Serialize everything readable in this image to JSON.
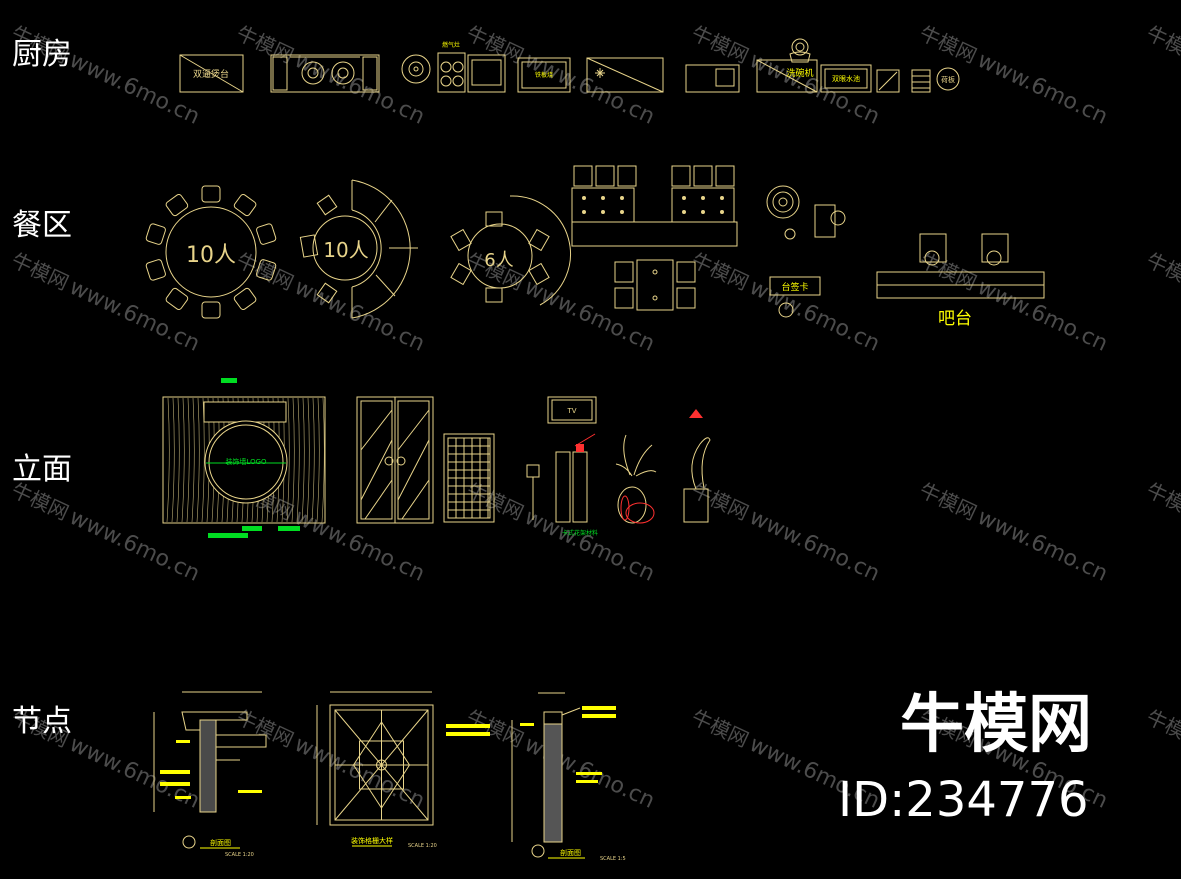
{
  "sections": [
    {
      "label": "厨房"
    },
    {
      "label": "餐区"
    },
    {
      "label": "立面"
    },
    {
      "label": "节点"
    }
  ],
  "kitchen": {
    "double_stove_label": "双逼煲台",
    "gas_stove_label": "燃气灶",
    "labels": [
      "铁板烧",
      "洗碗机",
      "双眼水池",
      "荷板"
    ]
  },
  "dining": {
    "table_10_a": "10人",
    "table_10_b": "10人",
    "table_6": "6人",
    "pendant_label": "台签卡",
    "bar_label": "吧台"
  },
  "elevation": {
    "logo_label": "装饰墙LOGO",
    "tv_label": "TV",
    "note_label": "卡式花架材料"
  },
  "details": {
    "section_1_title": "剖面图",
    "section_2_title": "装饰格栅大样",
    "section_3_title": "剖面图",
    "scale_1": "SCALE 1:20",
    "scale_2": "SCALE 1:20",
    "scale_3": "SCALE 1:5"
  },
  "watermark": {
    "brand_cn": "牛模网",
    "site": "www.6mo.cn",
    "big_brand": "牛模网",
    "id": "ID:234776"
  },
  "colors": {
    "background": "#000000",
    "line": "#e8d48a",
    "accent_yellow": "#ffff00",
    "accent_green": "#00dd22",
    "accent_red": "#ff3030",
    "watermark": "#8a8a8a"
  }
}
